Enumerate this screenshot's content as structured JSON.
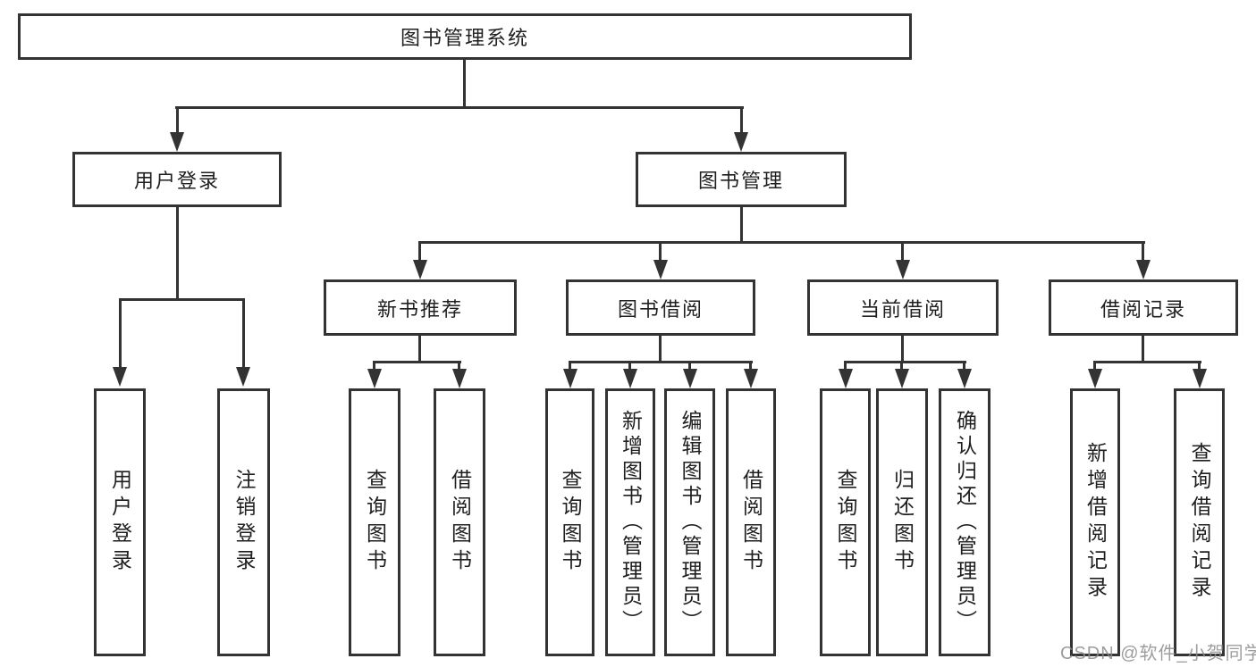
{
  "diagram": {
    "root": {
      "label": "图书管理系统"
    },
    "branches": [
      {
        "label": "用户登录",
        "children": [
          {
            "label": "用户登录"
          },
          {
            "label": "注销登录"
          }
        ]
      },
      {
        "label": "图书管理",
        "groups": [
          {
            "label": "新书推荐",
            "children": [
              {
                "label": "查询图书"
              },
              {
                "label": "借阅图书"
              }
            ]
          },
          {
            "label": "图书借阅",
            "children": [
              {
                "label": "查询图书"
              },
              {
                "label": "新增图书（管理员）"
              },
              {
                "label": "编辑图书（管理员）"
              },
              {
                "label": "借阅图书"
              }
            ]
          },
          {
            "label": "当前借阅",
            "children": [
              {
                "label": "查询图书"
              },
              {
                "label": "归还图书"
              },
              {
                "label": "确认归还（管理员）"
              }
            ]
          },
          {
            "label": "借阅记录",
            "children": [
              {
                "label": "新增借阅记录"
              },
              {
                "label": "查询借阅记录"
              }
            ]
          }
        ]
      }
    ],
    "colors": {
      "line": "#333333",
      "text": "#1f1f1f",
      "watermark": "#8c8c8c"
    },
    "watermark": "CSDN @软件_小贺同学"
  }
}
